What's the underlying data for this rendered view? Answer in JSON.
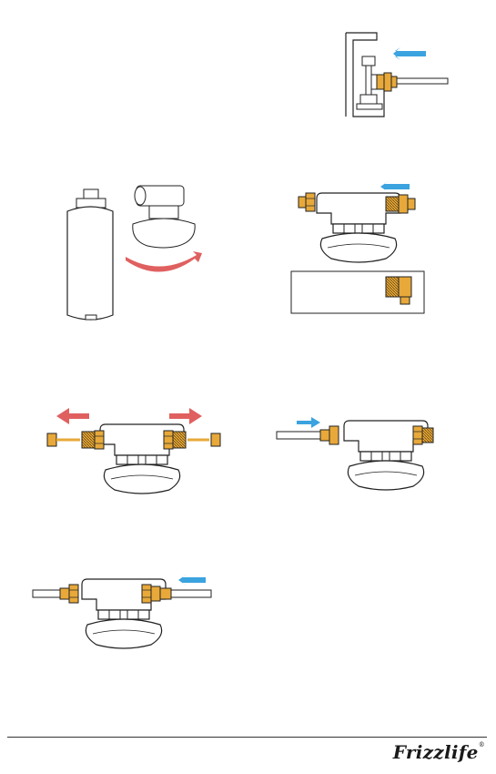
{
  "brand": {
    "name": "Frizzlife",
    "mark": "®"
  },
  "colors": {
    "brass": "#E8A93A",
    "brass_dark": "#B07A1C",
    "arrow_blue": "#3BA3DF",
    "arrow_red": "#E06060",
    "line": "#222222"
  },
  "illustrations": [
    {
      "name": "valve-install-figure",
      "arrow": "blue-left"
    },
    {
      "name": "cartridge-head-figure",
      "arrow": "red-curved"
    },
    {
      "name": "head-fittings-figure",
      "arrow": "blue-left"
    },
    {
      "name": "head-fittings-removed-figure",
      "arrow": "red-outward"
    },
    {
      "name": "inlet-tube-figure",
      "arrow": "blue-right"
    },
    {
      "name": "outlet-tube-figure",
      "arrow": "blue-left"
    }
  ]
}
